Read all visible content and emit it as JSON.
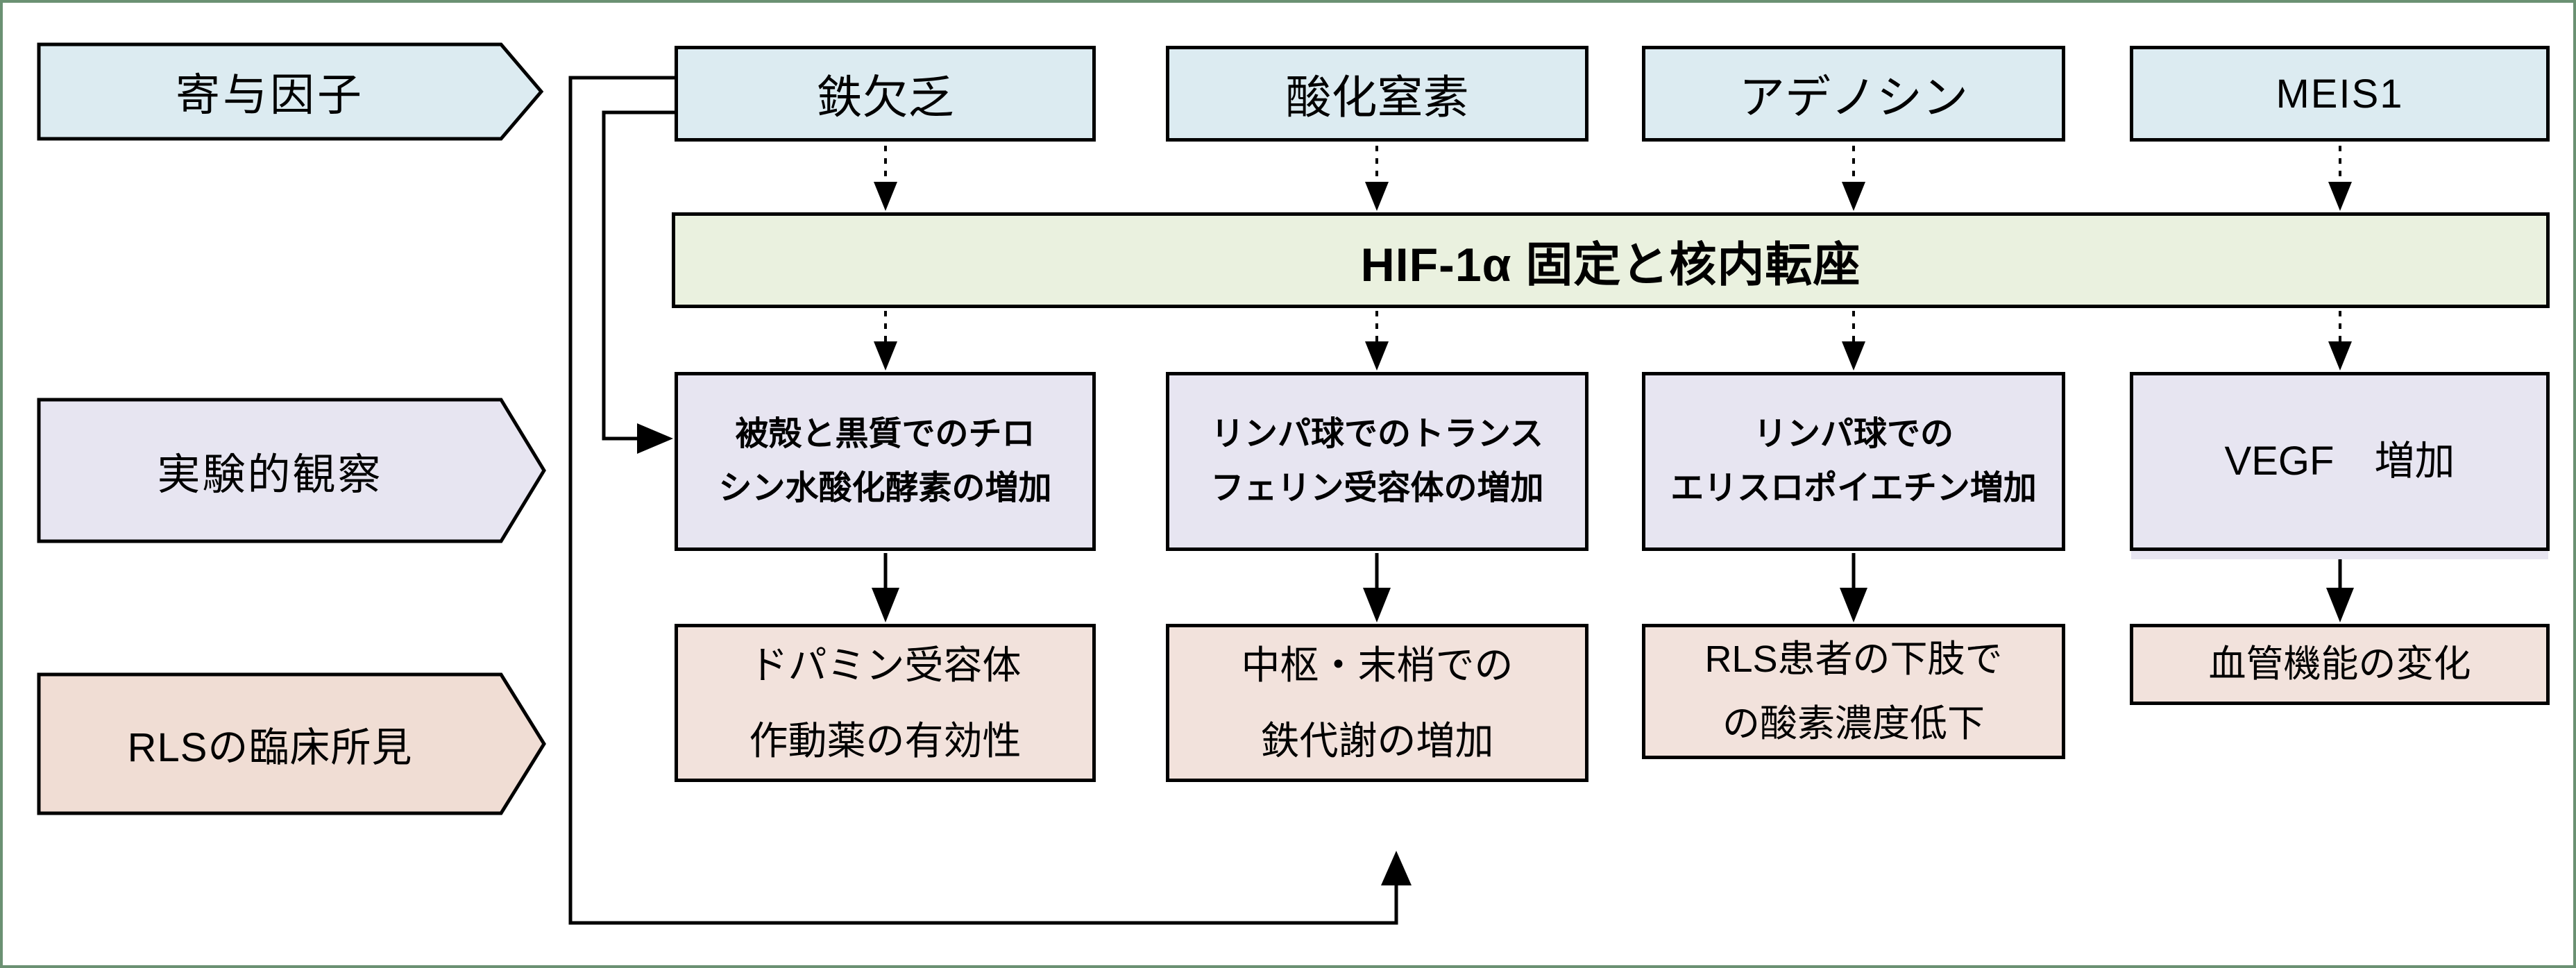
{
  "diagram": {
    "title_context": "RLS pathophysiology flow diagram",
    "row_labels": {
      "contributing_factors": "寄与因子",
      "experimental_observations": "実験的観察",
      "rls_clinical_findings": "RLSの臨床所見"
    },
    "hif_bar_label": "HIF-1α 固定と核内転座",
    "columns": [
      {
        "id": "iron-deficiency",
        "factor": "鉄欠乏",
        "observation": [
          "被殻と黒質でのチロ",
          "シン水酸化酵素の増加"
        ],
        "finding": [
          "ドパミン受容体",
          "作動薬の有効性"
        ]
      },
      {
        "id": "nitric-oxide",
        "factor": "酸化窒素",
        "observation": [
          "リンパ球でのトランス",
          "フェリン受容体の増加"
        ],
        "finding": [
          "中枢・末梢での",
          "鉄代謝の増加"
        ]
      },
      {
        "id": "adenosine",
        "factor": "アデノシン",
        "observation": [
          "リンパ球での",
          "エリスロポイエチン増加"
        ],
        "finding": [
          "RLS患者の下肢で",
          "の酸素濃度低下"
        ]
      },
      {
        "id": "meis1",
        "factor": "MEIS1",
        "observation": [
          "VEGF　増加"
        ],
        "finding": [
          "血管機能の変化"
        ]
      }
    ],
    "colors": {
      "factor_fill": "#dcebf1",
      "hif_fill": "#eaf1df",
      "observation_fill": "#e7e5f1",
      "finding_fill": "#f2e2dc",
      "row_label_findings_fill": "#f0ddd4",
      "line_color": "#000000",
      "frame_border": "#6b9173"
    }
  }
}
